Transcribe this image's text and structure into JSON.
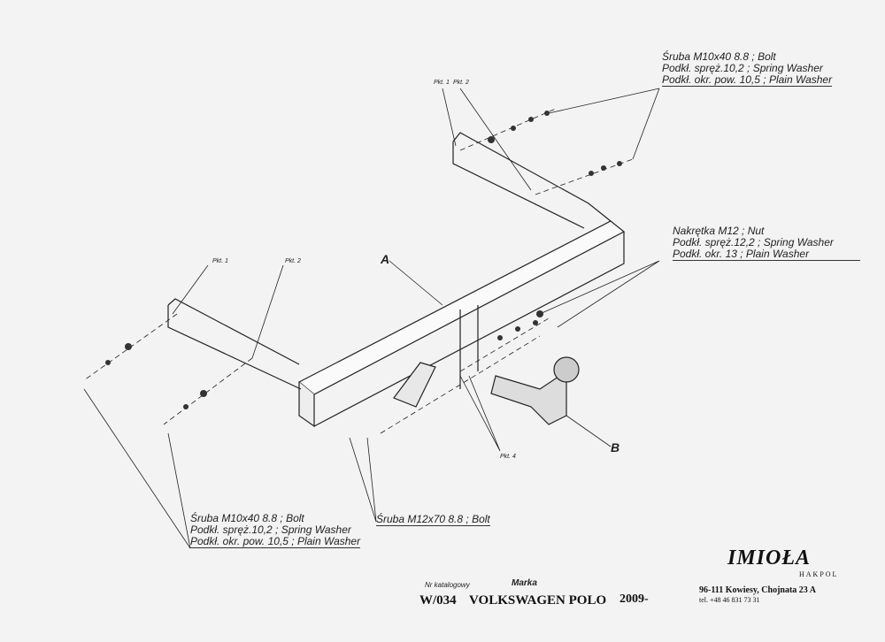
{
  "callouts": {
    "top_right": [
      "Śruba M10x40  8.8 ;  Bolt",
      "Podkł. spręż.10,2 ; Spring Washer",
      "Podkł. okr. pow. 10,5 ; Plain Washer"
    ],
    "nut": [
      "Nakrętka  M12 ; Nut",
      "Podkł. spręż.12,2 ; Spring Washer",
      "Podkł. okr. 13 ; Plain Washer"
    ],
    "bottom_left": [
      "Śruba M10x40  8.8 ;  Bolt",
      "Podkł. spręż.10,2 ; Spring Washer",
      "Podkł. okr. pow. 10,5 ; Plain Washer"
    ],
    "bolt_m12": "Śruba M12x70 8.8 ;  Bolt"
  },
  "points": {
    "pkt1": "Pkt. 1",
    "pkt2": "Pkt. 2",
    "pkt4": "Pkt. 4"
  },
  "parts": {
    "a": "A",
    "b": "B"
  },
  "footer": {
    "catalog_label": "Nr katalogowy",
    "brand_label": "Marka",
    "catalog_no": "W/034",
    "brand": "VOLKSWAGEN  POLO",
    "year": "2009-"
  },
  "company": {
    "logo": "IMIOŁA",
    "sub": "HAKPOL",
    "address": "96-111 Kowiesy, Chojnata 23 A",
    "phone": "tel. +48 46 831 73 31"
  }
}
